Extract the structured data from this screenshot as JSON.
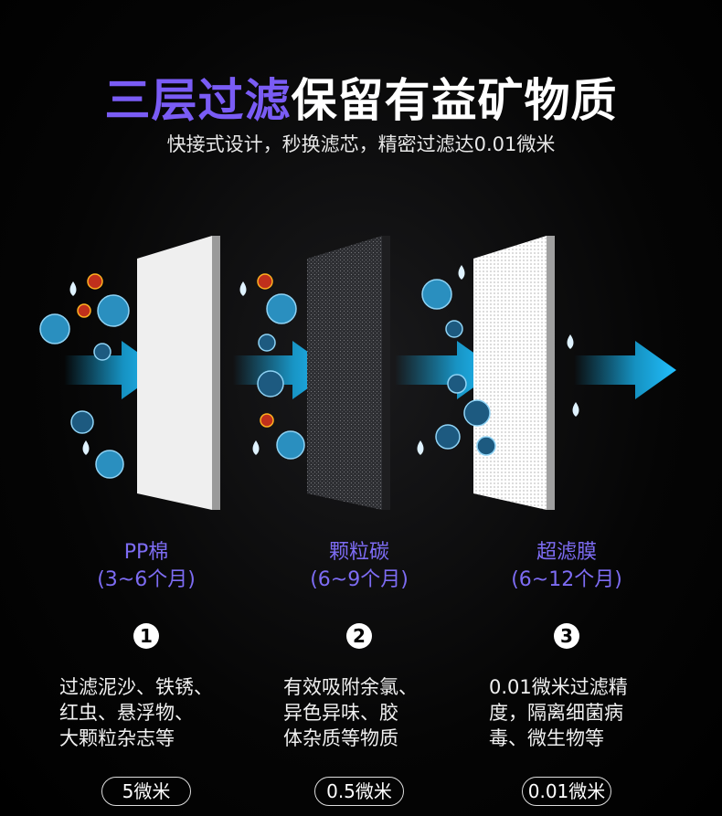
{
  "header": {
    "title_highlight": "三层过滤",
    "title_rest": "保留有益矿物质",
    "subtitle": "快接式设计，秒换滤芯，精密过滤达0.01微米"
  },
  "filters": [
    {
      "name": "PP棉",
      "months": "(3~6个月)",
      "number": "1",
      "desc": [
        "过滤泥沙、铁锈、",
        "红虫、悬浮物、",
        "大颗粒杂志等"
      ],
      "precision": "5微米"
    },
    {
      "name": "颗粒碳",
      "months": "(6~9个月)",
      "number": "2",
      "desc": [
        "有效吸附余氯、",
        "异色异味、胶",
        "体杂质等物质"
      ],
      "precision": "0.5微米"
    },
    {
      "name": "超滤膜",
      "months": "(6~12个月)",
      "number": "3",
      "desc": [
        "0.01微米过滤精",
        "度，隔离细菌病",
        "毒、微生物等"
      ],
      "precision": "0.01微米"
    }
  ],
  "colors": {
    "accent": "#7d6cf3",
    "arrow": "#19b4f0"
  }
}
